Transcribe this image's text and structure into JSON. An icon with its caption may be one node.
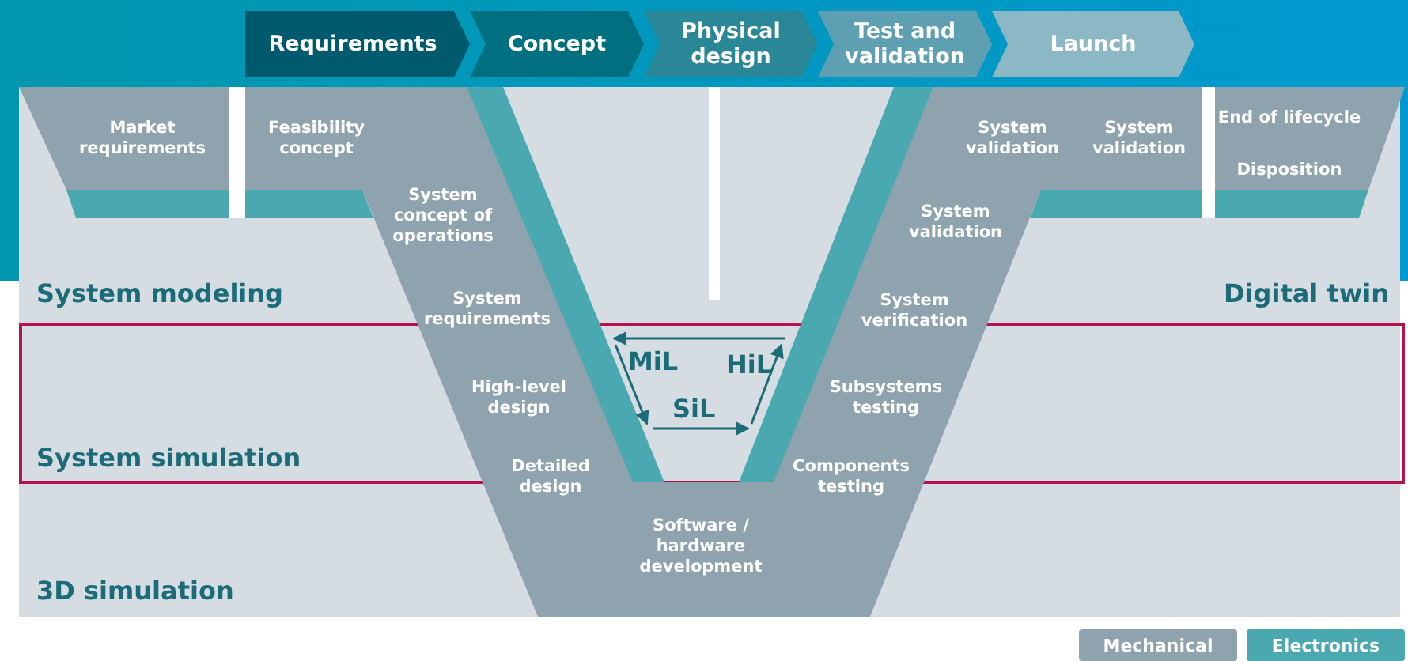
{
  "diagram": {
    "nodes": [
      {
        "text": [
          "Requirements"
        ]
      },
      {
        "text": [
          "Concept"
        ]
      },
      {
        "text": [
          "Physical design"
        ]
      },
      {
        "text": [
          "Test and validation"
        ]
      },
      {
        "text": [
          "Launch"
        ]
      },
      {
        "text": [
          "Market requirements"
        ]
      },
      {
        "text": [
          "Feasibility concept",
          "System concept of operations",
          "System requirements",
          "High-level design",
          "Detailed design",
          "Software / hardware development",
          "Components testing",
          "Subsystems testing",
          "System verification",
          "System validation",
          "System validation",
          "System validation"
        ]
      },
      {
        "text": [
          "End of lifecycle",
          "Disposition"
        ]
      },
      {
        "text": [
          "System simulation"
        ]
      }
    ],
    "edges": [],
    "labels": [
      "System modeling",
      "Digital twin",
      "MiL",
      "HiL",
      "SiL",
      "3D simulation"
    ],
    "legend": [
      {
        "text": "Mechanical",
        "color": "#8fa3ae"
      },
      {
        "text": "Electronics",
        "color": "#4aa8b0"
      }
    ]
  }
}
